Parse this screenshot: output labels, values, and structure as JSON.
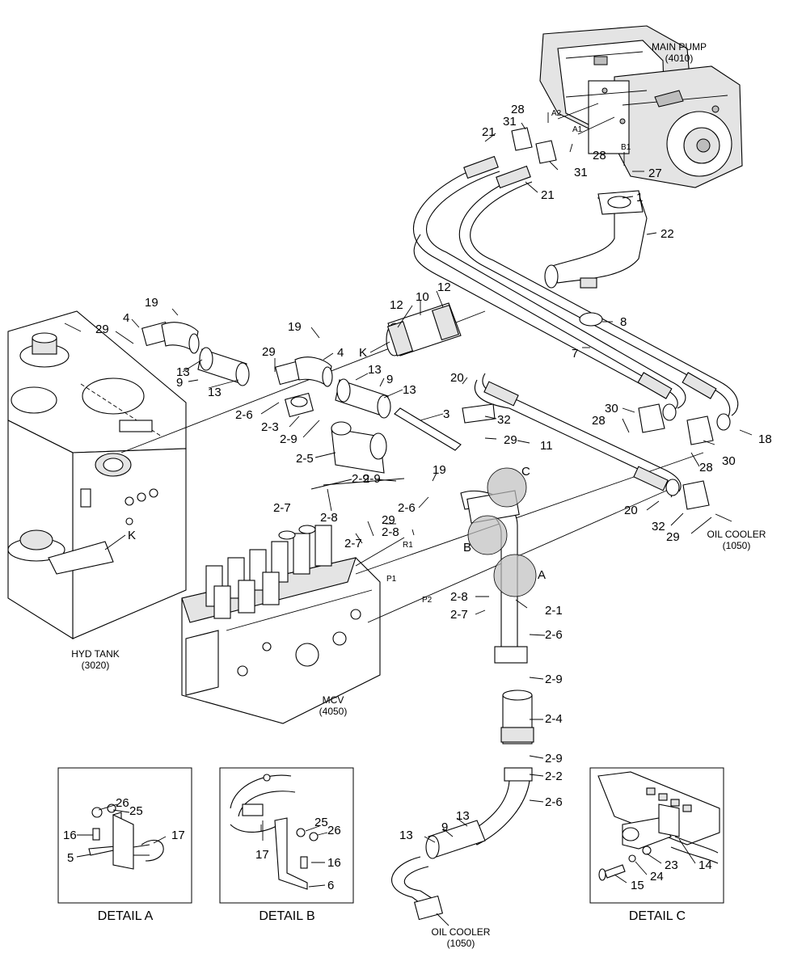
{
  "components": {
    "main_pump": {
      "name": "MAIN PUMP",
      "code": "(4010)"
    },
    "hyd_tank": {
      "name": "HYD TANK",
      "code": "(3020)"
    },
    "mcv": {
      "name": "MCV",
      "code": "(4050)"
    },
    "oil_cooler_right": {
      "name": "OIL COOLER",
      "code": "(1050)"
    },
    "oil_cooler_bottom": {
      "name": "OIL COOLER",
      "code": "(1050)"
    }
  },
  "ports": {
    "a2": "A2",
    "a1": "A1",
    "b1": "B1",
    "r1": "R1",
    "p1": "P1",
    "p2": "P2"
  },
  "detail_markers": {
    "a": "A",
    "b": "B",
    "c": "C",
    "k_tank": "K",
    "k_hose": "K"
  },
  "details": {
    "a": "DETAIL A",
    "b": "DETAIL B",
    "c": "DETAIL C"
  },
  "callouts": {
    "c1": "1",
    "c3": "3",
    "c4a": "4",
    "c4b": "4",
    "c7": "7",
    "c8": "8",
    "c9a": "9",
    "c9b": "9",
    "c9c": "9",
    "c10": "10",
    "c11": "11",
    "c12a": "12",
    "c12b": "12",
    "c13a": "13",
    "c13b": "13",
    "c13c": "13",
    "c13d": "13",
    "c13e": "13",
    "c13f": "13",
    "c18": "18",
    "c19a": "19",
    "c19b": "19",
    "c19c": "19",
    "c20a": "20",
    "c20b": "20",
    "c21a": "21",
    "c21b": "21",
    "c22": "22",
    "c27": "27",
    "c28a": "28",
    "c28b": "28",
    "c28c": "28",
    "c28d": "28",
    "c29a": "29",
    "c29b": "29",
    "c29c": "29",
    "c29d": "29",
    "c29e": "29",
    "c30a": "30",
    "c30b": "30",
    "c31a": "31",
    "c31b": "31",
    "c32a": "32",
    "c32b": "32",
    "c2_1": "2-1",
    "c2_2": "2-2",
    "c2_3": "2-3",
    "c2_4": "2-4",
    "c2_5": "2-5",
    "c2_6a": "2-6",
    "c2_6b": "2-6",
    "c2_6c": "2-6",
    "c2_6d": "2-6",
    "c2_7a": "2-7",
    "c2_7b": "2-7",
    "c2_7c": "2-7",
    "c2_8a": "2-8",
    "c2_8b": "2-8",
    "c2_8c": "2-8",
    "c2_9a": "2-9",
    "c2_9b": "2-9",
    "c2_9c": "2-9",
    "c2_9d": "2-9",
    "c2_9e": "2-9",
    "a5": "5",
    "a16": "16",
    "a17": "17",
    "a25": "25",
    "a26": "26",
    "b6": "6",
    "b16": "16",
    "b17": "17",
    "b25": "25",
    "b26": "26",
    "c14": "14",
    "c15": "15",
    "c23": "23",
    "c24": "24"
  }
}
